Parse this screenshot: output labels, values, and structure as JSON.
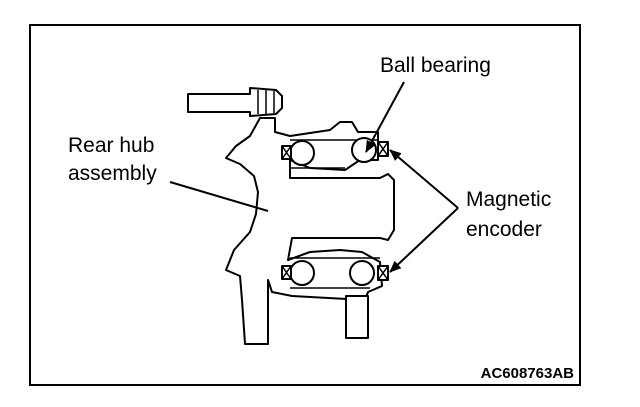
{
  "diagram": {
    "labels": {
      "ball_bearing": "Ball bearing",
      "rear_hub_line1": "Rear hub",
      "rear_hub_line2": "assembly",
      "magnetic_line1": "Magnetic",
      "magnetic_line2": "encoder"
    },
    "figure_code": "AC608763AB"
  }
}
